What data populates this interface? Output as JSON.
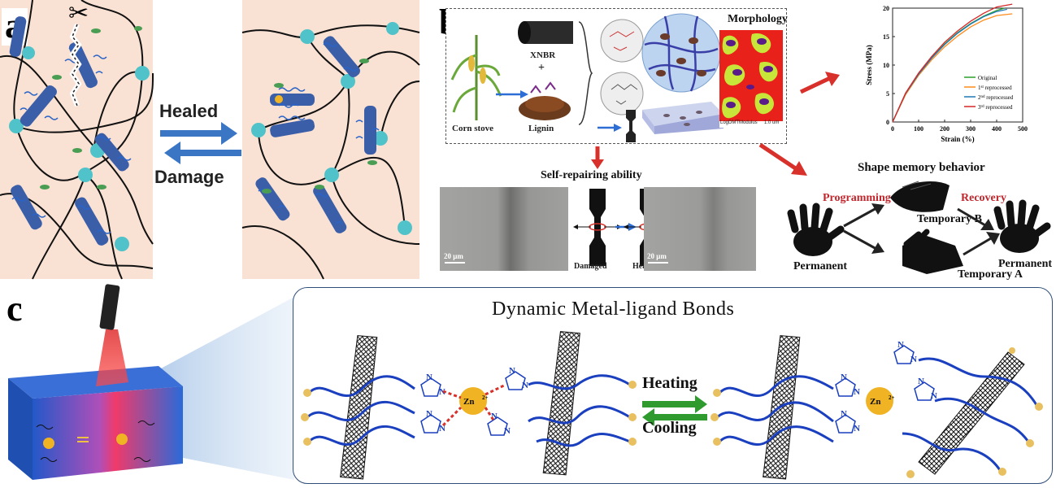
{
  "panels": {
    "a": {
      "letter": "a",
      "arrow_top_label": "Healed",
      "arrow_bottom_label": "Damage",
      "icons": [
        "scissors-icon"
      ]
    },
    "b": {
      "letter": "b",
      "corn_label": "Corn stove",
      "xnbr_label": "XNBR",
      "plus": "+",
      "lignin_label": "Lignin",
      "morphology_title": "Morphology",
      "morphology_caption": "LogDMTModulus",
      "morphology_scale": "1.0 um",
      "self_repair_title": "Self-repairing ability",
      "scale_left": "20 μm",
      "scale_right": "20 μm",
      "damaged_label": "Damaged",
      "healed_label": "Healed",
      "shape_memory_title": "Shape memory behavior",
      "programming_label": "Programming",
      "recovery_label": "Recovery",
      "permanent_left": "Permanent",
      "temporary_b": "Temporary  B",
      "temporary_a": "Temporary  A",
      "permanent_right": "Permanent"
    },
    "c": {
      "letter": "c",
      "title": "Dynamic Metal-ligand Bonds",
      "heating_label": "Heating",
      "cooling_label": "Cooling",
      "zn_label": "Zn",
      "zn_charge": "2+",
      "imidazole_n": "N"
    }
  },
  "chart_data": {
    "type": "line",
    "title": "",
    "xlabel": "Strain (%)",
    "ylabel": "Stress (MPa)",
    "xlim": [
      0,
      500
    ],
    "ylim": [
      0,
      20
    ],
    "xticks": [
      "0",
      "100",
      "200",
      "300",
      "400",
      "500"
    ],
    "yticks": [
      "0",
      "5",
      "10",
      "15",
      "20"
    ],
    "legend_position": "center-right",
    "series": [
      {
        "name": "Original",
        "color": "#2ca02c",
        "x": [
          0,
          50,
          100,
          150,
          200,
          250,
          300,
          350,
          400,
          430
        ],
        "y": [
          0,
          5.0,
          8.5,
          11.3,
          13.7,
          15.7,
          17.3,
          18.6,
          19.6,
          20.0
        ]
      },
      {
        "name": "1st reprocessed",
        "color": "#ff8c1a",
        "x": [
          0,
          50,
          100,
          150,
          200,
          250,
          300,
          350,
          400,
          460
        ],
        "y": [
          0,
          4.8,
          8.2,
          10.9,
          13.2,
          15.1,
          16.7,
          17.9,
          18.7,
          19.0
        ]
      },
      {
        "name": "2nd reprocessed",
        "color": "#1f77b4",
        "x": [
          0,
          50,
          100,
          150,
          200,
          250,
          300,
          350,
          400,
          440
        ],
        "y": [
          0,
          5.0,
          8.4,
          11.2,
          13.6,
          15.6,
          17.2,
          18.5,
          19.4,
          19.8
        ]
      },
      {
        "name": "3rd reprocessed",
        "color": "#d62728",
        "x": [
          0,
          50,
          100,
          150,
          200,
          250,
          300,
          350,
          400,
          460
        ],
        "y": [
          0,
          5.1,
          8.6,
          11.5,
          14.0,
          16.0,
          17.7,
          19.1,
          20.2,
          20.7
        ]
      }
    ],
    "legend_labels": [
      {
        "base": "Original",
        "sup": ""
      },
      {
        "base": "1",
        "sup": "st",
        "rest": " reprocessed"
      },
      {
        "base": "2",
        "sup": "nd",
        "rest": " reprocessed"
      },
      {
        "base": "3",
        "sup": "rd",
        "rest": " reprocessed"
      }
    ]
  }
}
